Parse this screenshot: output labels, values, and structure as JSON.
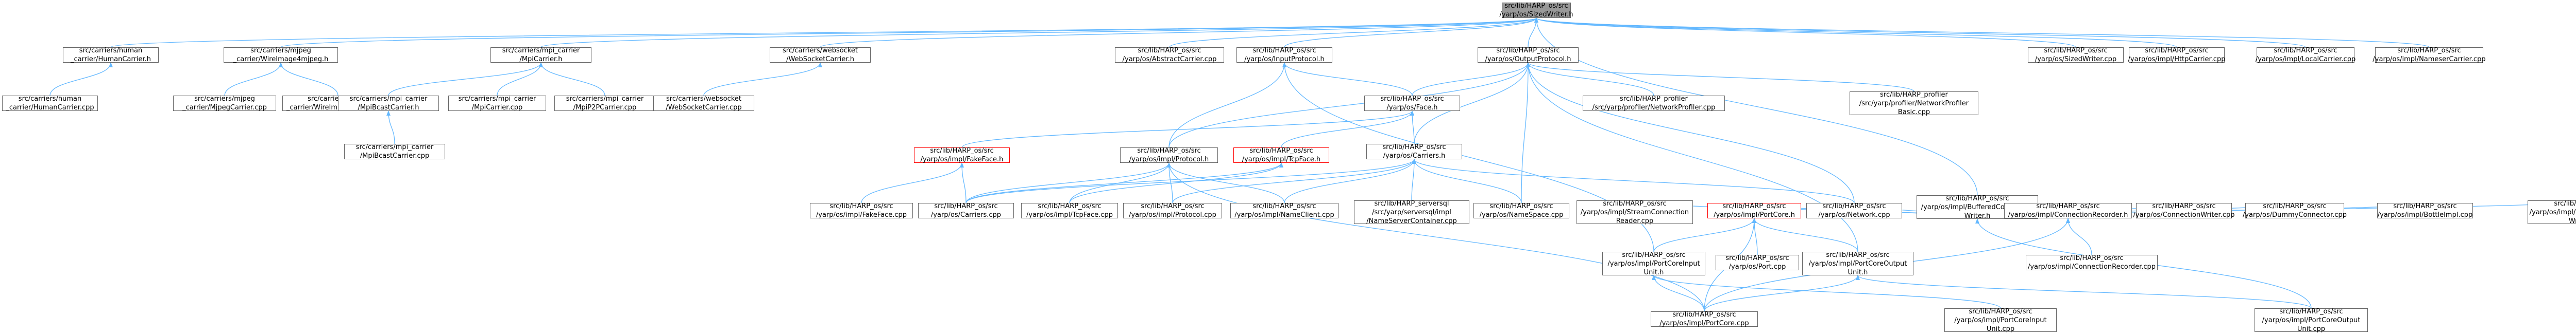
{
  "colors": {
    "edge": "#63b8ff",
    "node_border": "#666666",
    "node_fill": "#ffffff",
    "root_fill": "#999999",
    "highlight_border": "#ff0000"
  },
  "nodes": [
    {
      "id": "root",
      "kind": "root",
      "lines": [
        "src/lib/HARP_os/src",
        "/yarp/os/SizedWriter.h"
      ]
    },
    {
      "id": "human_h",
      "lines": [
        "src/carriers/human",
        "_carrier/HumanCarrier.h"
      ]
    },
    {
      "id": "human_cpp",
      "lines": [
        "src/carriers/human",
        "_carrier/HumanCarrier.cpp"
      ]
    },
    {
      "id": "mjpeg_h",
      "lines": [
        "src/carriers/mjpeg",
        "_carrier/WireImage4mjpeg.h"
      ]
    },
    {
      "id": "mjpeg_carrier_cpp",
      "lines": [
        "src/carriers/mjpeg",
        "_carrier/MjpegCarrier.cpp"
      ]
    },
    {
      "id": "mjpeg_wire_cpp",
      "lines": [
        "src/carriers/mjpeg",
        "_carrier/WireImage4mjpeg.cpp"
      ]
    },
    {
      "id": "mpi_h",
      "lines": [
        "src/carriers/mpi_carrier",
        "/MpiCarrier.h"
      ]
    },
    {
      "id": "mpibcast_h",
      "lines": [
        "src/carriers/mpi_carrier",
        "/MpiBcastCarrier.h"
      ]
    },
    {
      "id": "mpi_cpp",
      "lines": [
        "src/carriers/mpi_carrier",
        "/MpiCarrier.cpp"
      ]
    },
    {
      "id": "mpip2p_cpp",
      "lines": [
        "src/carriers/mpi_carrier",
        "/MpiP2PCarrier.cpp"
      ]
    },
    {
      "id": "mpibcast_cpp",
      "lines": [
        "src/carriers/mpi_carrier",
        "/MpiBcastCarrier.cpp"
      ]
    },
    {
      "id": "ws_h",
      "lines": [
        "src/carriers/websocket",
        "/WebSocketCarrier.h"
      ]
    },
    {
      "id": "ws_cpp",
      "lines": [
        "src/carriers/websocket",
        "/WebSocketCarrier.cpp"
      ]
    },
    {
      "id": "abstract_cpp",
      "lines": [
        "src/lib/HARP_os/src",
        "/yarp/os/AbstractCarrier.cpp"
      ]
    },
    {
      "id": "inputproto_h",
      "lines": [
        "src/lib/HARP_os/src",
        "/yarp/os/InputProtocol.h"
      ]
    },
    {
      "id": "outputproto_h",
      "lines": [
        "src/lib/HARP_os/src",
        "/yarp/os/OutputProtocol.h"
      ]
    },
    {
      "id": "profiler_cpp",
      "lines": [
        "src/lib/HARP_profiler",
        "/src/yarp/profiler/NetworkProfiler.cpp"
      ]
    },
    {
      "id": "profiler_basic_cpp",
      "lines": [
        "src/lib/HARP_profiler",
        "/src/yarp/profiler/NetworkProfiler",
        "Basic.cpp"
      ]
    },
    {
      "id": "face_h",
      "lines": [
        "src/lib/HARP_os/src",
        "/yarp/os/Face.h"
      ]
    },
    {
      "id": "fakeface_h",
      "kind": "red",
      "lines": [
        "src/lib/HARP_os/src",
        "/yarp/os/impl/FakeFace.h"
      ]
    },
    {
      "id": "protocol_h",
      "lines": [
        "src/lib/HARP_os/src",
        "/yarp/os/impl/Protocol.h"
      ]
    },
    {
      "id": "tcpface_h",
      "kind": "red",
      "lines": [
        "src/lib/HARP_os/src",
        "/yarp/os/impl/TcpFace.h"
      ]
    },
    {
      "id": "carriers_h",
      "lines": [
        "src/lib/HARP_os/src",
        "/yarp/os/Carriers.h"
      ]
    },
    {
      "id": "bufconn_h",
      "lines": [
        "src/lib/HARP_os/src",
        "/yarp/os/impl/BufferedConnection",
        "Writer.h"
      ]
    },
    {
      "id": "sizedwriter_cpp",
      "lines": [
        "src/lib/HARP_os/src",
        "/yarp/os/SizedWriter.cpp"
      ]
    },
    {
      "id": "httpcarrier_cpp",
      "lines": [
        "src/lib/HARP_os/src",
        "/yarp/os/impl/HttpCarrier.cpp"
      ]
    },
    {
      "id": "localcarrier_cpp",
      "lines": [
        "src/lib/HARP_os/src",
        "/yarp/os/impl/LocalCarrier.cpp"
      ]
    },
    {
      "id": "namesercarrier_cpp",
      "lines": [
        "src/lib/HARP_os/src",
        "/yarp/os/impl/NameserCarrier.cpp"
      ]
    },
    {
      "id": "fakeface_cpp",
      "lines": [
        "src/lib/HARP_os/src",
        "/yarp/os/impl/FakeFace.cpp"
      ]
    },
    {
      "id": "carriers_cpp",
      "lines": [
        "src/lib/HARP_os/src",
        "/yarp/os/Carriers.cpp"
      ]
    },
    {
      "id": "tcpface_cpp",
      "lines": [
        "src/lib/HARP_os/src",
        "/yarp/os/impl/TcpFace.cpp"
      ]
    },
    {
      "id": "protocol_cpp",
      "lines": [
        "src/lib/HARP_os/src",
        "/yarp/os/impl/Protocol.cpp"
      ]
    },
    {
      "id": "nameclient_cpp",
      "lines": [
        "src/lib/HARP_os/src",
        "/yarp/os/impl/NameClient.cpp"
      ]
    },
    {
      "id": "namecontainer_cpp",
      "lines": [
        "src/lib/HARP_serversql",
        "/src/yarp/serversql/impl",
        "/NameServerContainer.cpp"
      ]
    },
    {
      "id": "namespace_cpp",
      "lines": [
        "src/lib/HARP_os/src",
        "/yarp/os/NameSpace.cpp"
      ]
    },
    {
      "id": "streamreader_cpp",
      "lines": [
        "src/lib/HARP_os/src",
        "/yarp/os/impl/StreamConnection",
        "Reader.cpp"
      ]
    },
    {
      "id": "portcore_h",
      "kind": "red",
      "lines": [
        "src/lib/HARP_os/src",
        "/yarp/os/impl/PortCore.h"
      ]
    },
    {
      "id": "network_cpp",
      "lines": [
        "src/lib/HARP_os/src",
        "/yarp/os/Network.cpp"
      ]
    },
    {
      "id": "connrecorder_h",
      "lines": [
        "src/lib/HARP_os/src",
        "/yarp/os/impl/ConnectionRecorder.h"
      ]
    },
    {
      "id": "connwriter_cpp",
      "lines": [
        "src/lib/HARP_os/src",
        "/yarp/os/ConnectionWriter.cpp"
      ]
    },
    {
      "id": "dummyconn_cpp",
      "lines": [
        "src/lib/HARP_os/src",
        "/yarp/os/DummyConnector.cpp"
      ]
    },
    {
      "id": "bottleimpl_cpp",
      "lines": [
        "src/lib/HARP_os/src",
        "/yarp/os/impl/BottleImpl.cpp"
      ]
    },
    {
      "id": "bufconn_cpp",
      "lines": [
        "src/lib/HARP_os/src",
        "/yarp/os/impl/BufferedConnection",
        "Writer.cpp"
      ]
    },
    {
      "id": "portcoreinput_h",
      "lines": [
        "src/lib/HARP_os/src",
        "/yarp/os/impl/PortCoreInput",
        "Unit.h"
      ]
    },
    {
      "id": "port_cpp",
      "lines": [
        "src/lib/HARP_os/src",
        "/yarp/os/Port.cpp"
      ]
    },
    {
      "id": "portcoreoutput_h",
      "lines": [
        "src/lib/HARP_os/src",
        "/yarp/os/impl/PortCoreOutput",
        "Unit.h"
      ]
    },
    {
      "id": "connrecorder_cpp",
      "lines": [
        "src/lib/HARP_os/src",
        "/yarp/os/impl/ConnectionRecorder.cpp"
      ]
    },
    {
      "id": "portcore_cpp",
      "lines": [
        "src/lib/HARP_os/src",
        "/yarp/os/impl/PortCore.cpp"
      ]
    },
    {
      "id": "portcoreinput_cpp",
      "lines": [
        "src/lib/HARP_os/src",
        "/yarp/os/impl/PortCoreInput",
        "Unit.cpp"
      ]
    },
    {
      "id": "portcoreoutput_cpp",
      "lines": [
        "src/lib/HARP_os/src",
        "/yarp/os/impl/PortCoreOutput",
        "Unit.cpp"
      ]
    }
  ],
  "edges": [
    [
      "human_h",
      "root"
    ],
    [
      "mjpeg_h",
      "root"
    ],
    [
      "mpi_h",
      "root"
    ],
    [
      "ws_h",
      "root"
    ],
    [
      "abstract_cpp",
      "root"
    ],
    [
      "inputproto_h",
      "root"
    ],
    [
      "outputproto_h",
      "root"
    ],
    [
      "bufconn_h",
      "root"
    ],
    [
      "sizedwriter_cpp",
      "root"
    ],
    [
      "httpcarrier_cpp",
      "root"
    ],
    [
      "localcarrier_cpp",
      "root"
    ],
    [
      "namesercarrier_cpp",
      "root"
    ],
    [
      "human_cpp",
      "human_h"
    ],
    [
      "mjpeg_carrier_cpp",
      "mjpeg_h"
    ],
    [
      "mjpeg_wire_cpp",
      "mjpeg_h"
    ],
    [
      "mpibcast_h",
      "mpi_h"
    ],
    [
      "mpi_cpp",
      "mpi_h"
    ],
    [
      "mpip2p_cpp",
      "mpi_h"
    ],
    [
      "mpibcast_cpp",
      "mpibcast_h"
    ],
    [
      "ws_cpp",
      "ws_h"
    ],
    [
      "face_h",
      "inputproto_h"
    ],
    [
      "protocol_h",
      "inputproto_h"
    ],
    [
      "portcoreinput_h",
      "inputproto_h"
    ],
    [
      "face_h",
      "outputproto_h"
    ],
    [
      "protocol_h",
      "outputproto_h"
    ],
    [
      "carriers_h",
      "outputproto_h"
    ],
    [
      "profiler_cpp",
      "outputproto_h"
    ],
    [
      "profiler_basic_cpp",
      "outputproto_h"
    ],
    [
      "namespace_cpp",
      "outputproto_h"
    ],
    [
      "network_cpp",
      "outputproto_h"
    ],
    [
      "portcoreoutput_h",
      "outputproto_h"
    ],
    [
      "fakeface_h",
      "face_h"
    ],
    [
      "tcpface_h",
      "face_h"
    ],
    [
      "carriers_h",
      "face_h"
    ],
    [
      "fakeface_cpp",
      "fakeface_h"
    ],
    [
      "carriers_cpp",
      "fakeface_h"
    ],
    [
      "carriers_cpp",
      "protocol_h"
    ],
    [
      "tcpface_cpp",
      "protocol_h"
    ],
    [
      "protocol_cpp",
      "protocol_h"
    ],
    [
      "nameclient_cpp",
      "protocol_h"
    ],
    [
      "portcore_cpp",
      "protocol_h"
    ],
    [
      "carriers_cpp",
      "tcpface_h"
    ],
    [
      "tcpface_cpp",
      "tcpface_h"
    ],
    [
      "carriers_cpp",
      "carriers_h"
    ],
    [
      "protocol_cpp",
      "carriers_h"
    ],
    [
      "nameclient_cpp",
      "carriers_h"
    ],
    [
      "namecontainer_cpp",
      "carriers_h"
    ],
    [
      "namespace_cpp",
      "carriers_h"
    ],
    [
      "network_cpp",
      "carriers_h"
    ],
    [
      "streamreader_cpp",
      "bufconn_h"
    ],
    [
      "portcore_h",
      "bufconn_h"
    ],
    [
      "network_cpp",
      "bufconn_h"
    ],
    [
      "connrecorder_h",
      "bufconn_h"
    ],
    [
      "connwriter_cpp",
      "bufconn_h"
    ],
    [
      "dummyconn_cpp",
      "bufconn_h"
    ],
    [
      "bottleimpl_cpp",
      "bufconn_h"
    ],
    [
      "bufconn_cpp",
      "bufconn_h"
    ],
    [
      "portcoreoutput_cpp",
      "bufconn_h"
    ],
    [
      "portcoreinput_h",
      "portcore_h"
    ],
    [
      "port_cpp",
      "portcore_h"
    ],
    [
      "portcoreoutput_h",
      "portcore_h"
    ],
    [
      "portcore_cpp",
      "portcore_h"
    ],
    [
      "portcore_cpp",
      "portcoreinput_h"
    ],
    [
      "portcoreinput_cpp",
      "portcoreinput_h"
    ],
    [
      "portcore_cpp",
      "portcoreoutput_h"
    ],
    [
      "portcoreoutput_cpp",
      "portcoreoutput_h"
    ],
    [
      "connrecorder_cpp",
      "connrecorder_h"
    ],
    [
      "portcore_cpp",
      "connrecorder_h"
    ]
  ]
}
